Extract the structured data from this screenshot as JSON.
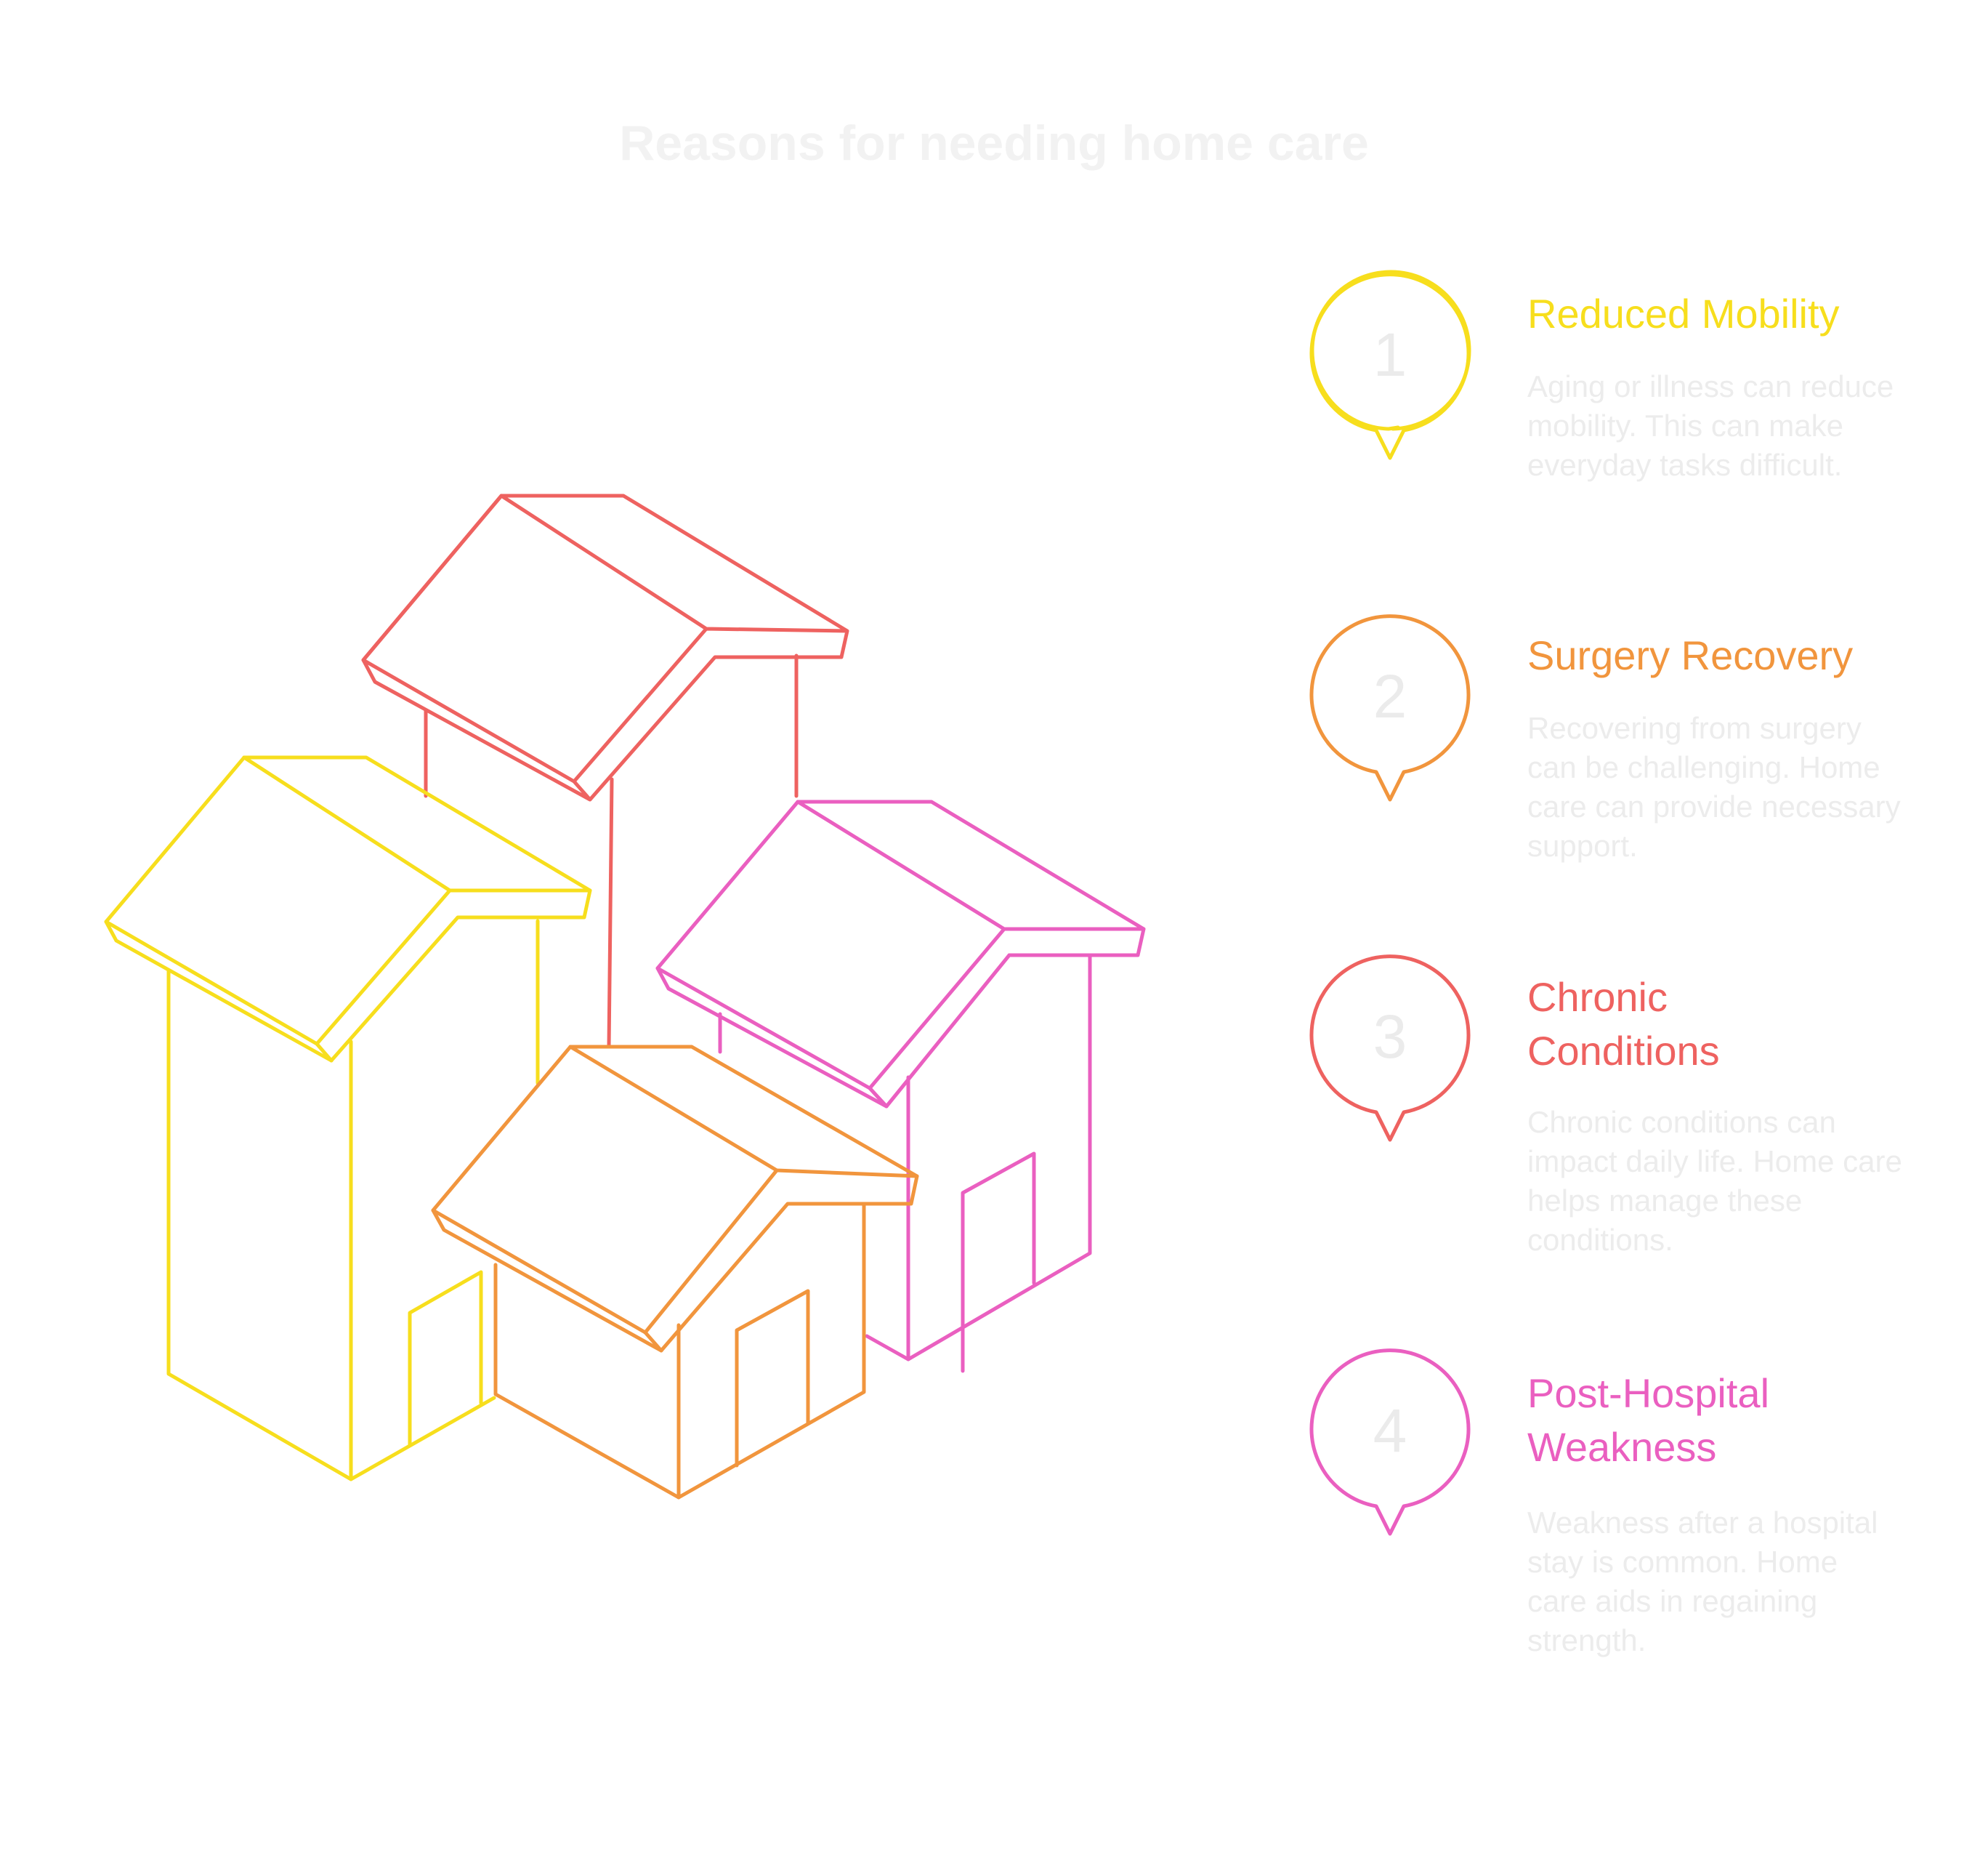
{
  "title": "Reasons for needing home care",
  "colors": {
    "yellow": "#f7de1d",
    "orange": "#f1953d",
    "red": "#ee6260",
    "pink": "#ea5fc0"
  },
  "items": [
    {
      "number": "1",
      "title": "Reduced Mobility",
      "description": "Aging or illness can reduce mobility. This can make everyday tasks difficult.",
      "color": "#f7de1d"
    },
    {
      "number": "2",
      "title": "Surgery Recovery",
      "description": "Recovering from surgery can be challenging. Home care can provide necessary support.",
      "color": "#f1953d"
    },
    {
      "number": "3",
      "title": "Chronic Conditions",
      "description": "Chronic conditions can impact daily life. Home care helps manage these conditions.",
      "color": "#ee6260"
    },
    {
      "number": "4",
      "title": "Post-Hospital Weakness",
      "description": "Weakness after a hospital stay is common. Home care aids in regaining strength.",
      "color": "#ea5fc0"
    }
  ]
}
